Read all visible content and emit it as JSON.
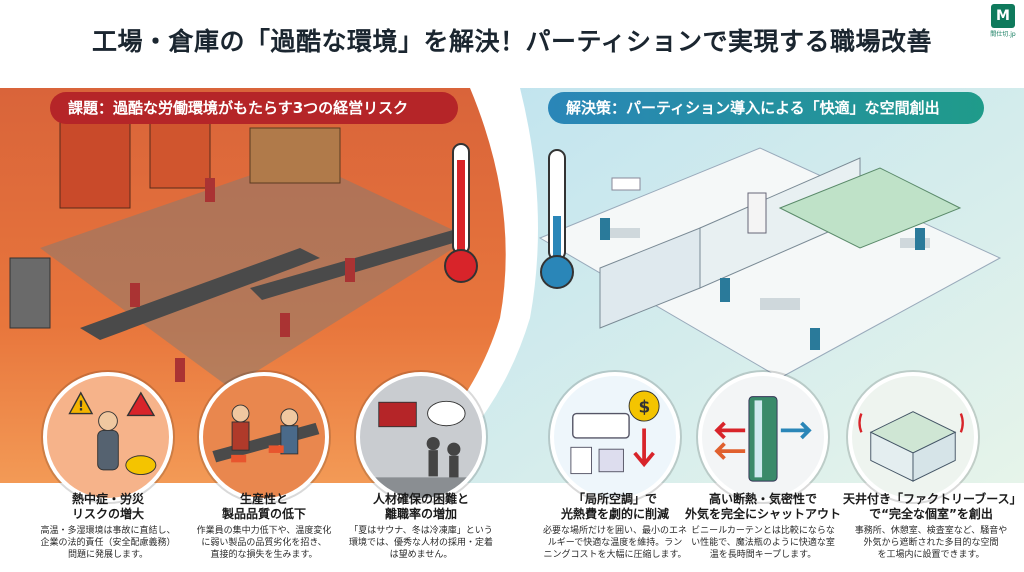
{
  "title": "工場・倉庫の「過酷な環境」を解決！パーティションで実現する職場改善",
  "logo": {
    "text": "間仕切.jp"
  },
  "left": {
    "banner": "課題：過酷な労働環境がもたらす3つの経営リスク",
    "items": [
      {
        "head1": "熱中症・労災",
        "head2": "リスクの増大",
        "body1": "高温・多湿環境は事故に直結し、",
        "body2": "企業の法的責任（安全配慮義務）",
        "body3": "問題に発展します。"
      },
      {
        "head1": "生産性と",
        "head2": "製品品質の低下",
        "body1": "作業員の集中力低下や、温度変化",
        "body2": "に弱い製品の品質劣化を招き、",
        "body3": "直接的な損失を生みます。"
      },
      {
        "head1": "人材確保の困難と",
        "head2": "離職率の増加",
        "body1": "「夏はサウナ、冬は冷凍庫」という",
        "body2": "環境では、優秀な人材の採用・定着",
        "body3": "は望めません。"
      }
    ]
  },
  "right": {
    "banner": "解決策：パーティション導入による「快適」な空間創出",
    "items": [
      {
        "head1": "「局所空調」で",
        "head2": "光熱費を劇的に削減",
        "body1": "必要な場所だけを囲い、最小のエネ",
        "body2": "ルギーで快適な温度を維持。ラン",
        "body3": "ニングコストを大幅に圧縮します。"
      },
      {
        "head1": "高い断熱・気密性で",
        "head2": "外気を完全にシャットアウト",
        "body1": "ビニールカーテンとは比較にならな",
        "body2": "い性能で、魔法瓶のように快適な室",
        "body3": "温を長時間キープします。"
      },
      {
        "head1": "天井付き「ファクトリーブース」",
        "head2": "で“完全な個室”を創出",
        "body1": "事務所、休憩室、検査室など、騒音や",
        "body2": "外気から遮断された多目的な空間",
        "body3": "を工場内に設置できます。"
      }
    ]
  },
  "colors": {
    "danger": "#b52528",
    "solution": "#2a86b8",
    "accent": "#1f9b8a"
  }
}
